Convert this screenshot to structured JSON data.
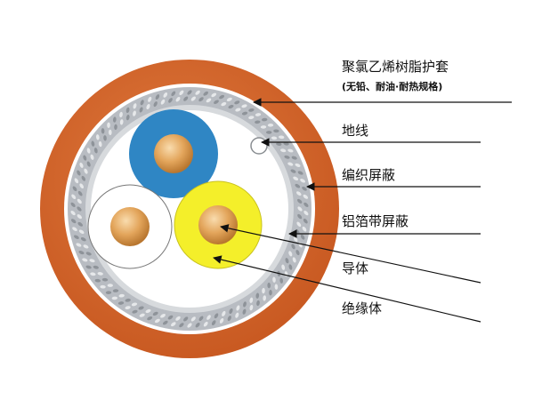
{
  "labels": {
    "jacket_title": "聚氯乙烯树脂护套",
    "jacket_sub": "(无铅、耐油·耐热规格)",
    "ground": "地线",
    "braid": "编织屏蔽",
    "foil": "铝箔带屏蔽",
    "conductor": "导体",
    "insulation": "绝缘体"
  },
  "colors": {
    "jacket": "#d9692d",
    "jacket_inner": "#ffffff",
    "braid": "#b8bcc2",
    "foil": "#cfd3d6",
    "core_blue": "#2f86c4",
    "core_yellow": "#f4ef2a",
    "core_white": "#ffffff",
    "conductor": "#e3a55b",
    "line": "#111111"
  }
}
